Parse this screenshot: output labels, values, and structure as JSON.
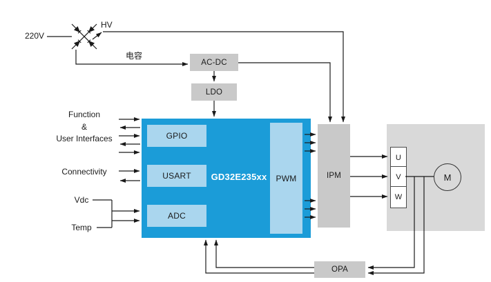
{
  "power": {
    "mains": "220V",
    "hv": "HV",
    "capacitor": "电容",
    "acdc": "AC-DC",
    "ldo": "LDO"
  },
  "mcu": {
    "name": "GD32E235xx",
    "gpio": "GPIO",
    "usart": "USART",
    "adc": "ADC",
    "pwm": "PWM"
  },
  "io": {
    "function_line1": "Function",
    "function_line2": "&",
    "function_line3": "User Interfaces",
    "connectivity": "Connectivity",
    "vdc": "Vdc",
    "temp": "Temp"
  },
  "drive": {
    "ipm": "IPM",
    "opa": "OPA",
    "motor": "M",
    "phases": [
      "U",
      "V",
      "W"
    ]
  },
  "colors": {
    "mcu_blue": "#1b9cd8",
    "peripheral_blue": "#aad6ee",
    "block_gray": "#c9c9c9",
    "motor_area_gray": "#d9d9d9",
    "line": "#1a1a1a"
  }
}
